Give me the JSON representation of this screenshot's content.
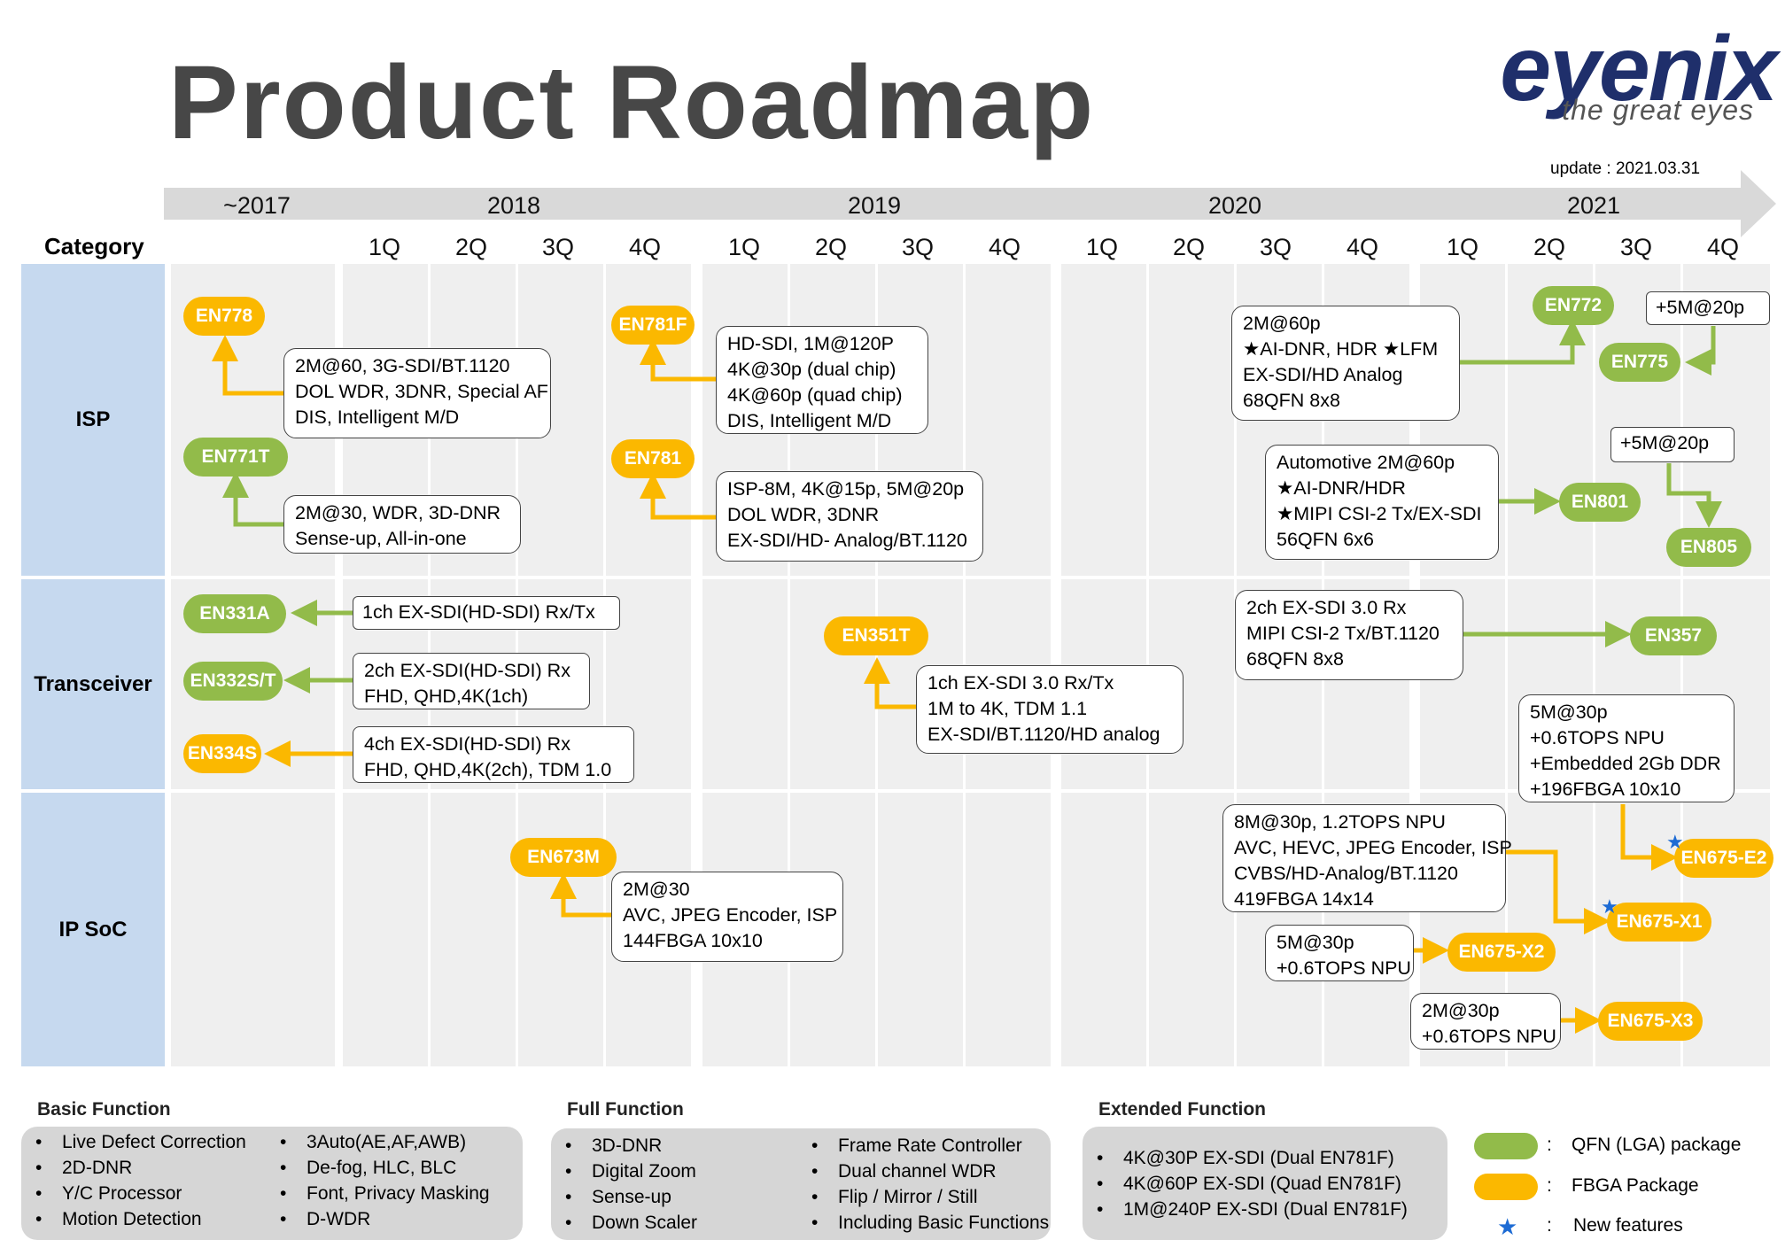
{
  "title": "Product Roadmap",
  "logo": {
    "word": "eyenix",
    "tagline": "the great eyes"
  },
  "update": "update :  2021.03.31",
  "timeline": {
    "years": [
      "~2017",
      "2018",
      "2019",
      "2020",
      "2021"
    ],
    "quarters": [
      "1Q",
      "2Q",
      "3Q",
      "4Q",
      "1Q",
      "2Q",
      "3Q",
      "4Q",
      "1Q",
      "2Q",
      "3Q",
      "4Q",
      "1Q",
      "2Q",
      "3Q",
      "4Q"
    ]
  },
  "category_header": "Category",
  "categories": [
    "ISP",
    "Transceiver",
    "IP SoC"
  ],
  "products": {
    "en778": "EN778",
    "en771t": "EN771T",
    "en781f": "EN781F",
    "en781": "EN781",
    "en772": "EN772",
    "en775": "EN775",
    "en801": "EN801",
    "en805": "EN805",
    "en331a": "EN331A",
    "en332st": "EN332S/T",
    "en334s": "EN334S",
    "en351t": "EN351T",
    "en357": "EN357",
    "en673m": "EN673M",
    "en675e2": "EN675-E2",
    "en675x1": "EN675-X1",
    "en675x2": "EN675-X2",
    "en675x3": "EN675-X3"
  },
  "boxes": {
    "en778": [
      "2M@60, 3G-SDI/BT.1120",
      "DOL WDR, 3DNR, Special AF",
      "DIS, Intelligent M/D"
    ],
    "en771t": [
      "2M@30, WDR,  3D-DNR",
      "Sense-up, All-in-one"
    ],
    "en781f": [
      "HD-SDI, 1M@120P",
      "4K@30p (dual chip)",
      "4K@60p (quad chip)",
      "DIS,  Intelligent M/D"
    ],
    "en781": [
      "ISP-8M,  4K@15p, 5M@20p",
      "DOL WDR, 3DNR",
      "EX-SDI/HD- Analog/BT.1120"
    ],
    "en772": [
      "2M@60p",
      "★AI-DNR, HDR ★LFM",
      "EX-SDI/HD Analog",
      "68QFN 8x8"
    ],
    "en775": [
      "+5M@20p"
    ],
    "en801": [
      "Automotive 2M@60p",
      "★AI-DNR/HDR",
      "★MIPI CSI-2 Tx/EX-SDI",
      "56QFN 6x6"
    ],
    "en805": [
      "+5M@20p"
    ],
    "en331a": [
      "1ch EX-SDI(HD-SDI) Rx/Tx"
    ],
    "en332st": [
      "2ch EX-SDI(HD-SDI) Rx",
      "FHD, QHD,4K(1ch)"
    ],
    "en334s": [
      "4ch EX-SDI(HD-SDI) Rx",
      "FHD, QHD,4K(2ch), TDM 1.0"
    ],
    "en351t": [
      "1ch EX-SDI 3.0 Rx/Tx",
      "1M to 4K, TDM 1.1",
      "EX-SDI/BT.1120/HD analog"
    ],
    "en357": [
      "2ch EX-SDI 3.0 Rx",
      "MIPI CSI-2 Tx/BT.1120",
      "68QFN 8x8"
    ],
    "en673m": [
      "2M@30",
      "AVC, JPEG Encoder, ISP",
      "144FBGA 10x10"
    ],
    "en675e2": [
      "5M@30p",
      "+0.6TOPS NPU",
      "+Embedded 2Gb DDR",
      "+196FBGA 10x10"
    ],
    "en675x1": [
      "8M@30p, 1.2TOPS NPU",
      "AVC, HEVC, JPEG Encoder, ISP",
      "CVBS/HD-Analog/BT.1120",
      "419FBGA 14x14"
    ],
    "en675x2": [
      "5M@30p",
      "+0.6TOPS NPU"
    ],
    "en675x3": [
      "2M@30p",
      "+0.6TOPS NPU"
    ]
  },
  "legend": {
    "basic": {
      "title": "Basic Function",
      "col1": [
        "Live Defect Correction",
        "2D-DNR",
        "Y/C Processor",
        "Motion Detection"
      ],
      "col2": [
        "3Auto(AE,AF,AWB)",
        "De-fog, HLC, BLC",
        "Font, Privacy  Masking",
        "D-WDR"
      ]
    },
    "full": {
      "title": "Full Function",
      "col1": [
        "3D-DNR",
        "Digital Zoom",
        "Sense-up",
        "Down Scaler"
      ],
      "col2": [
        "Frame Rate Controller",
        "Dual channel   WDR",
        "Flip /  Mirror / Still",
        "Including Basic Functions"
      ]
    },
    "extended": {
      "title": "Extended Function",
      "items": [
        "4K@30P EX-SDI (Dual EN781F)",
        "4K@60P EX-SDI (Quad EN781F)",
        "1M@240P EX-SDI (Dual EN781F)"
      ]
    },
    "key": {
      "sep": ":",
      "qfn": "QFN (LGA) package",
      "fbga": "FBGA Package",
      "new": "New features"
    }
  },
  "colors": {
    "qfn": "#92bb4a",
    "fbga": "#fbb800",
    "new_star": "#1d6bd4",
    "category_bg": "#c6d9ef",
    "title": "#474747"
  }
}
